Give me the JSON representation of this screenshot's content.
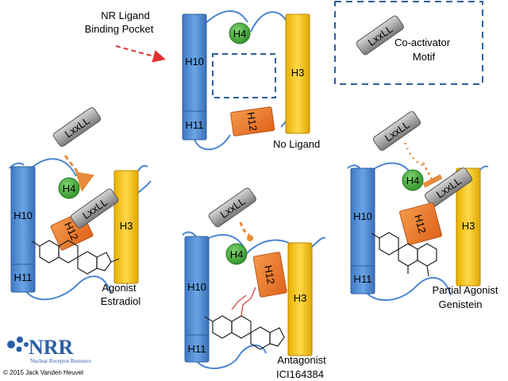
{
  "labels": {
    "nr_pocket_line1": "NR Ligand",
    "nr_pocket_line2": "Binding Pocket",
    "coactivator_line1": "Co-activator",
    "coactivator_line2": "Motif",
    "no_ligand": "No Ligand",
    "agonist_line1": "Agonist",
    "agonist_line2": "Estradiol",
    "antagonist_line1": "Antagonist",
    "antagonist_line2": "ICI164384",
    "partial_line1": "Partial Agonist",
    "partial_line2": "Genistein",
    "logo_text": "NRR",
    "logo_subtitle": "Nuclear Receptor Resource",
    "copyright": "© 2015 Jack Vanden Heuvel"
  },
  "helices": {
    "h10": "H10",
    "h11": "H11",
    "h12": "H12",
    "h3": "H3",
    "h4": "H4",
    "motif": "LxxLL"
  },
  "colors": {
    "blue_helix": "#4a86d0",
    "yellow_helix": "#f5c518",
    "orange_helix": "#f07c28",
    "green_h4": "#3aaa35",
    "motif_gray": "#8c8c8c",
    "arrow_red": "#e53030",
    "arrow_orange": "#e88a3c",
    "logo_blue": "#2a5fa8"
  }
}
